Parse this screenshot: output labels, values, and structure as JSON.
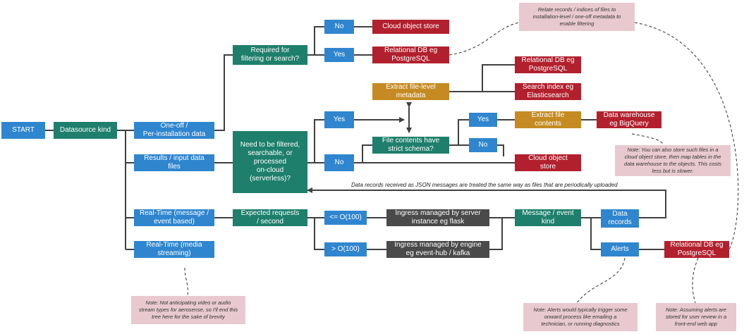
{
  "nodes": {
    "start": "START",
    "datasource_kind": "Datasource kind",
    "one_off": "One-off /\nPer-installation data",
    "results_files": "Results / input data\nfiles",
    "realtime_message": "Real-Time (message /\nevent based)",
    "realtime_media": "Real-Time (media\nstreaming)",
    "required_filtering": "Required for\nfiltering or search?",
    "no_1": "No",
    "yes_1": "Yes",
    "cloud_object_store_1": "Cloud object store",
    "relational_db_1": "Relational DB eg\nPostgreSQL",
    "need_filtered": "Need to be filtered,\nsearchable, or\nprocessed\non-cloud\n(serverless)?",
    "yes_2": "Yes",
    "no_2": "No",
    "extract_metadata": "Extract file-level\nmetadata",
    "relational_db_2": "Relational DB eg\nPostgreSQL",
    "search_index": "Search index eg\nElasticsearch",
    "file_contents_schema": "File contents have\nstrict schema?",
    "yes_3": "Yes",
    "no_3": "No",
    "extract_contents": "Extract file\ncontents",
    "data_warehouse": "Data warehouse\neg BigQuery",
    "cloud_object_store_2": "Cloud object\nstore",
    "expected_requests": "Expected requests\n/ second",
    "le_o100": "<= O(100)",
    "gt_o100": "> O(100)",
    "ingress_server": "Ingress managed by server\ninstance eg flask",
    "ingress_engine": "Ingress managed by engine\neg event-hub / kafka",
    "message_event_kind": "Message / event\nkind",
    "data_records": "Data\nrecords",
    "alerts": "Alerts",
    "relational_db_3": "Relational DB eg\nPostgreSQL"
  },
  "notes": {
    "relate_records": "Relate records / indices of files to\ninstallation-level / one-off metadata to\nenable filtering",
    "warehouse_note": "Note: You can also store such files in a\ncloud object store, then map tables in the\ndata warehouse to the objects. This costs\nless but is slower.",
    "media_note": "Note: Not anticipating video or audio\nstream types for aerosense, so I'll end this\ntree here for the sake of brevity",
    "alerts_note": "Note: Alerts would typically trigger some\nonward process like emailing a\ntechnician, or running diagnostics",
    "review_note": "Note: Assuming alerts are\nstored for user review in a\nfront-end web app"
  },
  "captions": {
    "json_messages": "Data records received as JSON messages are treated the same way as files that are periodically uploaded"
  },
  "colors": {
    "blue": "#2f86cf",
    "teal": "#1e7f6c",
    "red": "#b2202e",
    "gold": "#c58b22",
    "dark": "#4a4a4a",
    "note": "#e8c9cf",
    "wire": "#404040"
  }
}
